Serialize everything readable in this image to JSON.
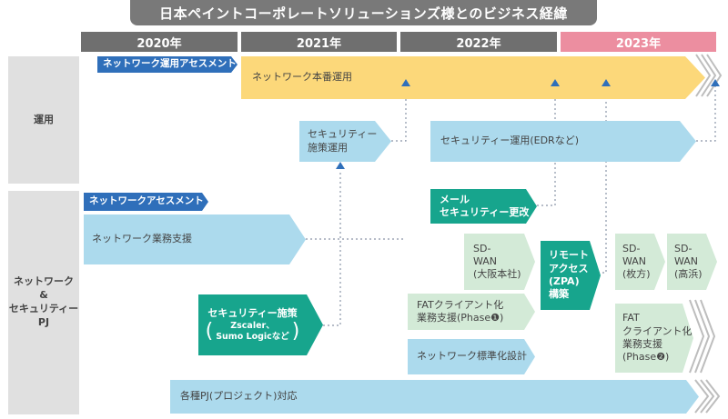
{
  "title": "日本ペイントコーポレートソリューションズ様とのビジネス経緯",
  "years": [
    "2020年",
    "2021年",
    "2022年",
    "2023年"
  ],
  "rows": {
    "operation": "運用",
    "project_line1": "ネットワーク",
    "project_line2": "&",
    "project_line3": "セキュリティー",
    "project_line4": "PJ"
  },
  "items": {
    "nw_ops_assessment": "ネットワーク運用アセスメント",
    "nw_production_ops": "ネットワーク本番運用",
    "security_policy_ops_1": "セキュリティー",
    "security_policy_ops_2": "施策運用",
    "security_ops_edr": "セキュリティー運用(EDRなど)",
    "nw_assessment": "ネットワークアセスメント",
    "nw_business_support": "ネットワーク業務支援",
    "mail_security_1": "メール",
    "mail_security_2": "セキュリティー更改",
    "sdwan_osaka_1": "SD-",
    "sdwan_osaka_2": "WAN",
    "sdwan_osaka_3": "(大阪本社)",
    "remote_access_1": "リモート",
    "remote_access_2": "アクセス",
    "remote_access_3": "(ZPA)",
    "remote_access_4": "構築",
    "sdwan_hirakata_1": "SD-",
    "sdwan_hirakata_2": "WAN",
    "sdwan_hirakata_3": "(枚方)",
    "sdwan_takahama_1": "SD-",
    "sdwan_takahama_2": "WAN",
    "sdwan_takahama_3": "(高浜)",
    "security_measures": "セキュリティー施策",
    "security_measures_sub1": "Zscaler、",
    "security_measures_sub2": "Sumo Logicなど",
    "fat_phase1_1": "FATクライアント化",
    "fat_phase1_2": "業務支援(Phase❶)",
    "nw_standardization": "ネットワーク標準化設計",
    "fat_phase2_1": "FAT",
    "fat_phase2_2": "クライアント化",
    "fat_phase2_3": "業務支援",
    "fat_phase2_4": "(Phase❷)",
    "various_pj": "各種PJ(プロジェクト)対応"
  },
  "colors": {
    "title_bg": "#797979",
    "year_gray": "#6f6f6f",
    "year_pink": "#ec8ea0",
    "assessment_blue": "#2f6fba",
    "ops_yellow": "#fcd87a",
    "light_blue": "#acdaed",
    "teal": "#17a58d",
    "light_green": "#d3ead7"
  }
}
